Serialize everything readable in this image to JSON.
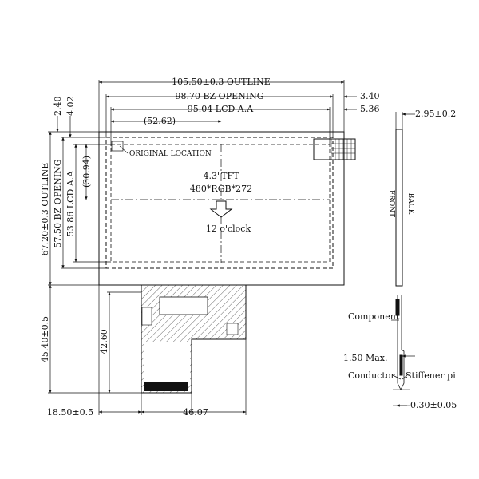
{
  "dimensions": {
    "outline_width": "105.50±0.3 OUTLINE",
    "bz_opening_width": "98.70 BZ OPENING",
    "lcd_aa_width": "95.04 LCD A.A",
    "dim_3_40": "3.40",
    "dim_5_36": "5.36",
    "dim_2_40": "2.40",
    "dim_4_02": "4.02",
    "dim_52_62": "(52.62)",
    "dim_30_94": "(30.94)",
    "outline_height": "67.20±0.3 OUTLINE",
    "bz_opening_height": "57.50 BZ OPENING",
    "lcd_aa_height": "53.86 LCD A.A",
    "fpc_total_height": "45.40±0.5",
    "fpc_height": "42.60",
    "fpc_offset": "18.50±0.5",
    "fpc_width": "46.07",
    "thickness": "2.95±0.2",
    "max_height": "1.50 Max.",
    "fpc_thickness": "0.30±0.05"
  },
  "labels": {
    "original_location": "ORIGINAL LOCATION",
    "tft_size": "4.3\"TFT",
    "resolution": "480*RGB*272",
    "view_direction": "12 o'clock",
    "front": "FRONT",
    "back": "BACK",
    "component": "Component",
    "conductor": "Conductor",
    "stiffener": "Stiffener pi"
  }
}
